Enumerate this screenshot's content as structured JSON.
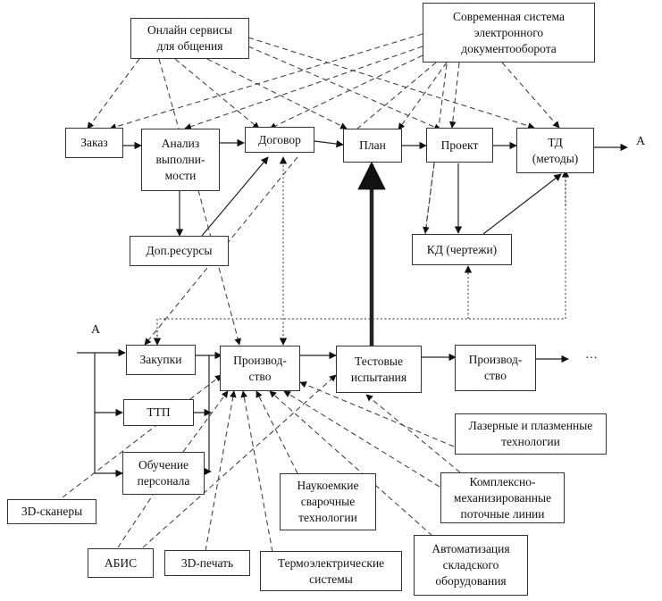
{
  "diagram": {
    "nodes": {
      "online": "Онлайн сервисы\nдля общения",
      "edms": "Современная система\nэлектронного\nдокументооборота",
      "order": "Заказ",
      "analysis": "Анализ\nвыполни-\nмости",
      "contract": "Договор",
      "plan": "План",
      "project": "Проект",
      "td": "ТД\n(методы)",
      "extra": "Доп.ресурсы",
      "kd": "КД (чертежи)",
      "purchase": "Закупки",
      "ttp": "ТТП",
      "training": "Обучение\nперсонала",
      "production1": "Производ-\nство",
      "tests": "Тестовые\nиспытания",
      "production2": "Производ-\nство",
      "laser": "Лазерные и плазменные\nтехнологии",
      "flowlines": "Комплексно-\nмеханизированные\nпоточные линии",
      "welding": "Наукоемкие\nсварочные\nтехнологии",
      "warehouse": "Автоматизация\nскладского\nоборудования",
      "thermo": "Термоэлектрические\nсистемы",
      "scanners": "3D-сканеры",
      "abis": "АБИС",
      "print3d": "3D-печать"
    },
    "labels": {
      "a_out": "А",
      "a_in": "А",
      "ellipsis": "…"
    },
    "edges": [
      {
        "from": "order",
        "to": "analysis",
        "style": "solid"
      },
      {
        "from": "analysis",
        "to": "contract",
        "style": "solid"
      },
      {
        "from": "contract",
        "to": "plan",
        "style": "solid"
      },
      {
        "from": "plan",
        "to": "project",
        "style": "solid"
      },
      {
        "from": "project",
        "to": "td",
        "style": "solid"
      },
      {
        "from": "project",
        "to": "kd",
        "style": "solid"
      },
      {
        "from": "kd",
        "to": "td",
        "style": "solid"
      },
      {
        "from": "analysis",
        "to": "extra",
        "style": "solid"
      },
      {
        "from": "extra",
        "to": "contract",
        "style": "solid"
      },
      {
        "from": "tests",
        "to": "plan",
        "style": "bold"
      },
      {
        "from": "online",
        "to": "order",
        "style": "dashed"
      },
      {
        "from": "online",
        "to": "contract",
        "style": "dashed"
      },
      {
        "from": "online",
        "to": "plan",
        "style": "dashed"
      },
      {
        "from": "online",
        "to": "td",
        "style": "dashed"
      },
      {
        "from": "edms",
        "to": "order",
        "style": "dashed"
      },
      {
        "from": "edms",
        "to": "analysis",
        "style": "dashed"
      },
      {
        "from": "edms",
        "to": "contract",
        "style": "dashed"
      },
      {
        "from": "edms",
        "to": "plan",
        "style": "dashed"
      },
      {
        "from": "edms",
        "to": "project",
        "style": "dashed"
      },
      {
        "from": "edms",
        "to": "td",
        "style": "dashed"
      },
      {
        "from": "edms",
        "to": "kd",
        "style": "dashed"
      },
      {
        "from": "contract",
        "to": "production1",
        "style": "dotted"
      },
      {
        "from": "analysis",
        "to": "production1",
        "style": "dashed"
      },
      {
        "from": "contract",
        "to": "purchase",
        "style": "dashed"
      },
      {
        "from": "purchase",
        "to": "production1",
        "style": "solid"
      },
      {
        "from": "ttp",
        "to": "production1",
        "style": "solid"
      },
      {
        "from": "training",
        "to": "production1",
        "style": "solid"
      },
      {
        "from": "production1",
        "to": "tests",
        "style": "solid"
      },
      {
        "from": "tests",
        "to": "production2",
        "style": "solid"
      },
      {
        "from": "laser",
        "to": "production1",
        "style": "dashed"
      },
      {
        "from": "flowlines",
        "to": "tests",
        "style": "dashed"
      },
      {
        "from": "flowlines",
        "to": "production1",
        "style": "dashed"
      },
      {
        "from": "welding",
        "to": "production1",
        "style": "dashed"
      },
      {
        "from": "warehouse",
        "to": "production1",
        "style": "dashed"
      },
      {
        "from": "thermo",
        "to": "production1",
        "style": "dashed"
      },
      {
        "from": "scanners",
        "to": "production1",
        "style": "dashed"
      },
      {
        "from": "abis",
        "to": "tests",
        "style": "dashed"
      },
      {
        "from": "print3d",
        "to": "production1",
        "style": "dashed"
      },
      {
        "from": "training",
        "to": "production1",
        "style": "dashed"
      }
    ]
  }
}
